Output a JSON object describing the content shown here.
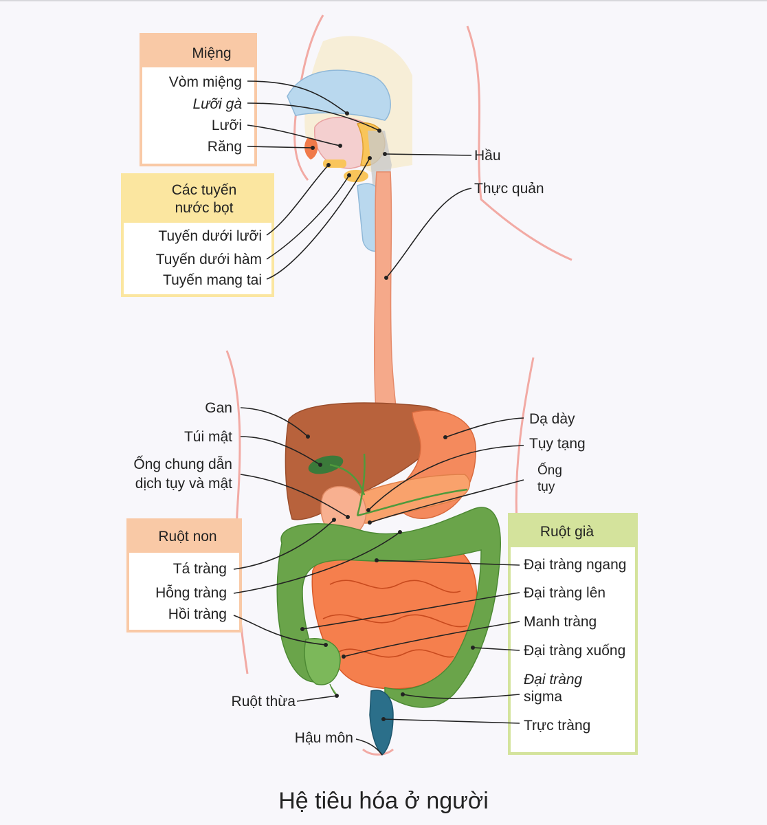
{
  "caption": "Hệ tiêu hóa ở người",
  "colors": {
    "group_mouth": "#f9c9a6",
    "group_salivary": "#fbe6a0",
    "group_small_intestine": "#f9c9a6",
    "group_large_intestine": "#d4e39c",
    "body_outline": "#f2aaa4",
    "esophagus": "#f5a98a",
    "liver": "#b8623c",
    "stomach": "#f48a5d",
    "small_intestine": "#f57f4d",
    "large_intestine": "#6aa44a",
    "rectum": "#2b6f8a",
    "gallbladder": "#3b7a3a",
    "palate": "#b9d8ee"
  },
  "groups": {
    "mouth": {
      "header": "Miệng",
      "items": [
        "Vòm miệng",
        "Lưỡi gà",
        "Lưỡi",
        "Răng"
      ]
    },
    "salivary": {
      "header_line1": "Các tuyến",
      "header_line2": "nước bọt",
      "items": [
        "Tuyến dưới lưỡi",
        "Tuyến dưới hàm",
        "Tuyến mang tai"
      ]
    },
    "small_intestine": {
      "header": "Ruột non",
      "items": [
        "Tá tràng",
        "Hỗng tràng",
        "Hồi tràng"
      ]
    },
    "large_intestine": {
      "header": "Ruột già",
      "items": [
        "Đại tràng ngang",
        "Đại tràng lên",
        "Manh tràng",
        "Đại tràng xuống",
        "Đại tràng",
        "sigma",
        "Trực tràng"
      ]
    }
  },
  "labels": {
    "pharynx": "Hầu",
    "esophagus": "Thực quản",
    "liver": "Gan",
    "gallbladder": "Túi mật",
    "common_duct_line1": "Ống chung dẫn",
    "common_duct_line2": "dịch tụy và mật",
    "stomach": "Dạ dày",
    "pancreas": "Tụy tạng",
    "pancreatic_duct_line1": "Ống",
    "pancreatic_duct_line2": "tụy",
    "appendix": "Ruột thừa",
    "anus": "Hậu môn"
  }
}
